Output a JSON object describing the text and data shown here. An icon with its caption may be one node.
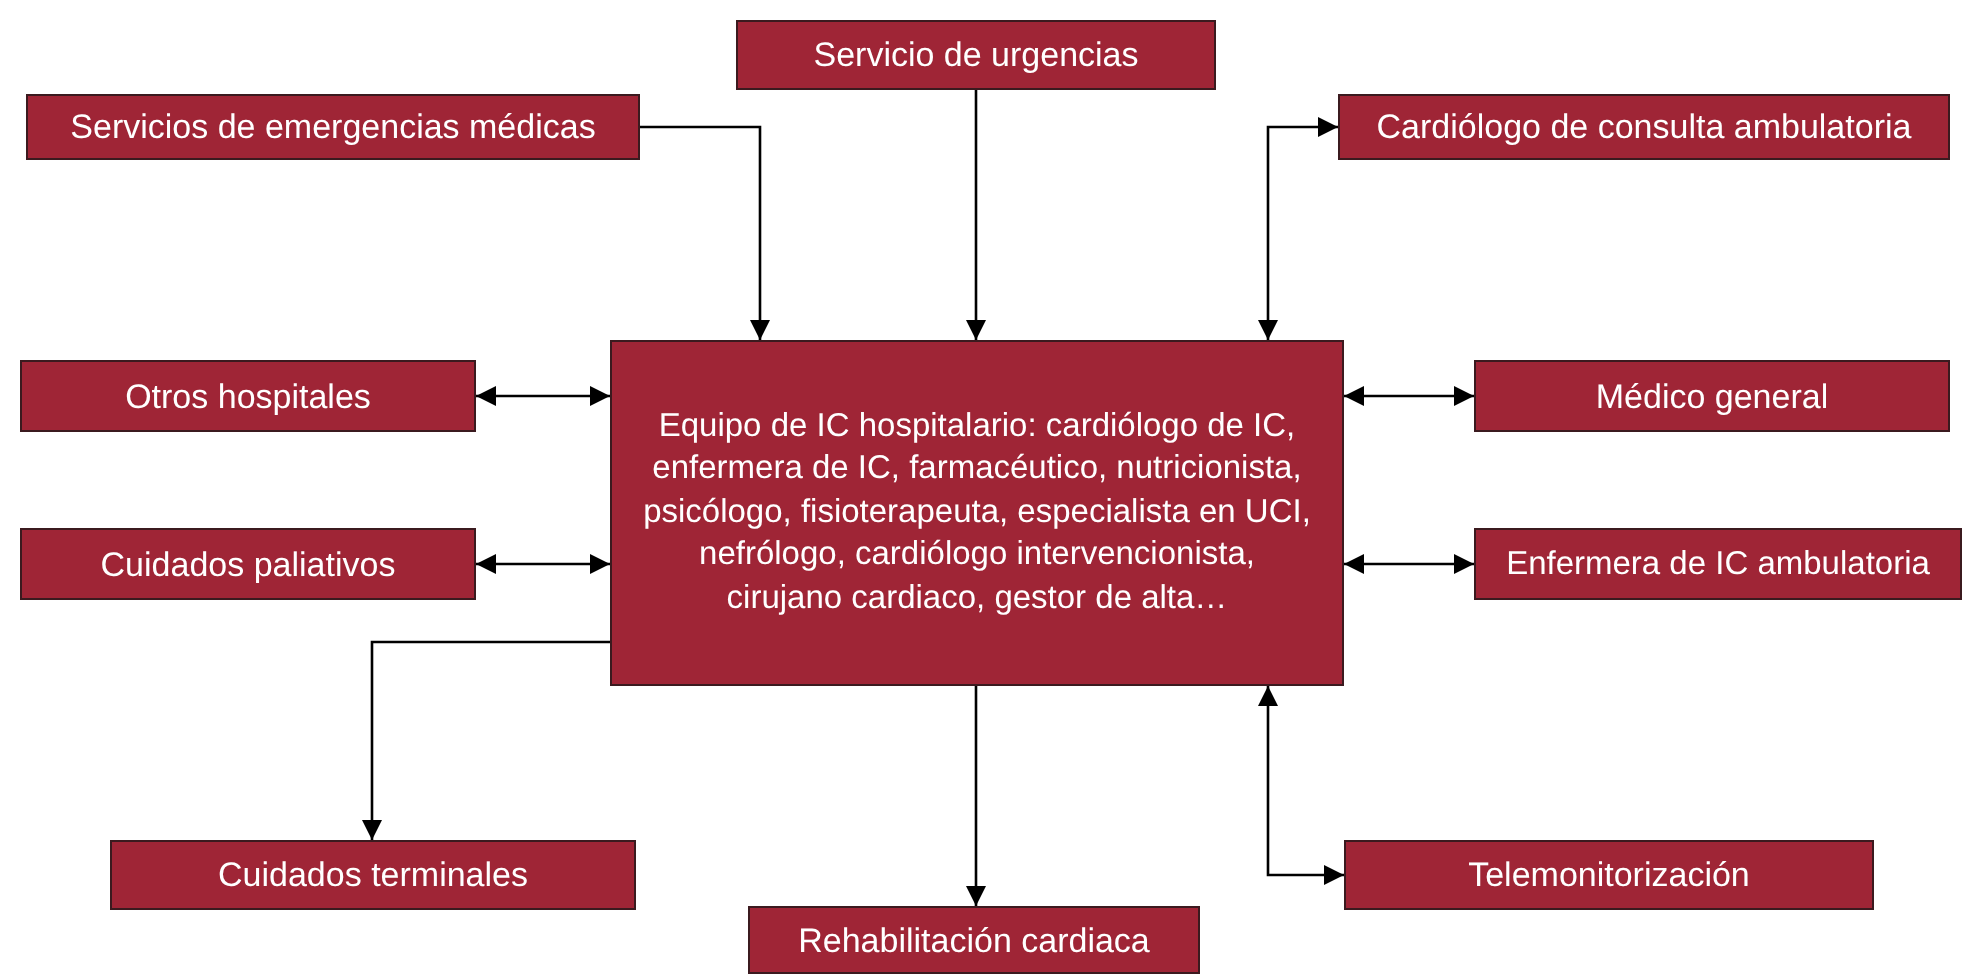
{
  "diagram": {
    "nodes": [
      {
        "text": [
          "Servicio de urgencias"
        ]
      },
      {
        "text": [
          "Servicios de emergencias médicas"
        ]
      },
      {
        "text": [
          "Cardiólogo de consulta ambulatoria"
        ]
      },
      {
        "text": [
          "Otros hospitales"
        ]
      },
      {
        "text": [
          "Equipo de IC hospitalario: cardiólogo de IC, enfermera de IC, farmacéutico, nutricionista, psicólogo, fisioterapeuta, especialista en UCI, nefrólogo, cardiólogo intervencionista, cirujano cardiaco, gestor de alta…"
        ]
      },
      {
        "text": [
          "Médico general"
        ]
      },
      {
        "text": [
          "Cuidados paliativos"
        ]
      },
      {
        "text": [
          "Enfermera de IC ambulatoria"
        ]
      },
      {
        "text": [
          "Cuidados terminales"
        ]
      },
      {
        "text": [
          "Telemonitorización"
        ]
      },
      {
        "text": [
          "Rehabilitación cardiaca"
        ]
      }
    ],
    "edges": [
      {
        "from": 1,
        "to": 4,
        "arrow": "to"
      },
      {
        "from": 0,
        "to": 4,
        "arrow": "to"
      },
      {
        "from": 4,
        "to": 2,
        "arrow": "both"
      },
      {
        "from": 3,
        "to": 4,
        "arrow": "both"
      },
      {
        "from": 6,
        "to": 4,
        "arrow": "both"
      },
      {
        "from": 4,
        "to": 5,
        "arrow": "both"
      },
      {
        "from": 4,
        "to": 7,
        "arrow": "both"
      },
      {
        "from": 4,
        "to": 9,
        "arrow": "both"
      },
      {
        "from": 4,
        "to": 8,
        "arrow": "to"
      },
      {
        "from": 4,
        "to": 10,
        "arrow": "to"
      }
    ]
  }
}
